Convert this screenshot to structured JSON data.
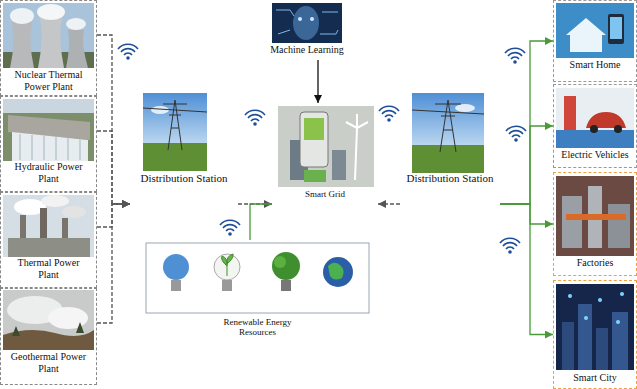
{
  "diagram": {
    "nodes": [
      {
        "text": [
          "Nuclear Thermal Power Plant"
        ]
      },
      {
        "text": [
          "Hydraulic Power Plant"
        ]
      },
      {
        "text": [
          "Thermal Power Plant"
        ]
      },
      {
        "text": [
          "Geothermal Power Plant"
        ]
      },
      {
        "text": [
          "Machine Learning"
        ]
      },
      {
        "text": [
          "Distribution Station"
        ]
      },
      {
        "text": [
          "Smart Grid"
        ]
      },
      {
        "text": [
          "Distribution Station"
        ]
      },
      {
        "text": [
          "Smart Home"
        ]
      },
      {
        "text": [
          "Electric Vehicles"
        ]
      },
      {
        "text": [
          "Factories"
        ]
      },
      {
        "text": [
          "Smart City"
        ]
      },
      {
        "text": [
          "Renewable Energy Resources"
        ]
      }
    ],
    "edges": [
      {
        "from": 0,
        "to": 5,
        "arrow": "to"
      },
      {
        "from": 1,
        "to": 5,
        "arrow": "to"
      },
      {
        "from": 2,
        "to": 5,
        "arrow": "to"
      },
      {
        "from": 3,
        "to": 5,
        "arrow": "to"
      },
      {
        "from": 5,
        "to": 6,
        "arrow": "to"
      },
      {
        "from": 4,
        "to": 6,
        "arrow": "to"
      },
      {
        "from": 12,
        "to": 6,
        "arrow": "none"
      },
      {
        "from": 7,
        "to": 6,
        "arrow": "to"
      },
      {
        "from": 7,
        "to": 8,
        "arrow": "to"
      },
      {
        "from": 7,
        "to": 9,
        "arrow": "to"
      },
      {
        "from": 7,
        "to": 10,
        "arrow": "to"
      },
      {
        "from": 7,
        "to": 11,
        "arrow": "to"
      }
    ]
  }
}
